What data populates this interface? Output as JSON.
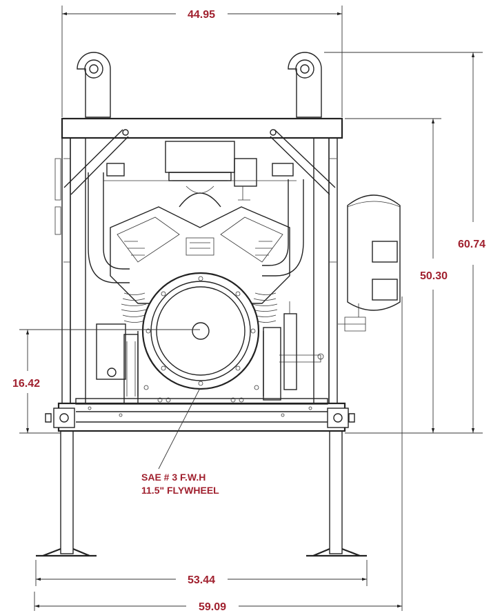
{
  "dimensions": {
    "top_width": "44.95",
    "overall_height": "60.74",
    "frame_height": "50.30",
    "flywheel_center_height": "16.42",
    "foot_span": "53.44",
    "overall_width": "59.09"
  },
  "note": {
    "line1": "SAE # 3 F.W.H",
    "line2": "11.5\" FLYWHEEL"
  },
  "colors": {
    "dimension_text": "#a0202e",
    "linework": "#222222"
  }
}
